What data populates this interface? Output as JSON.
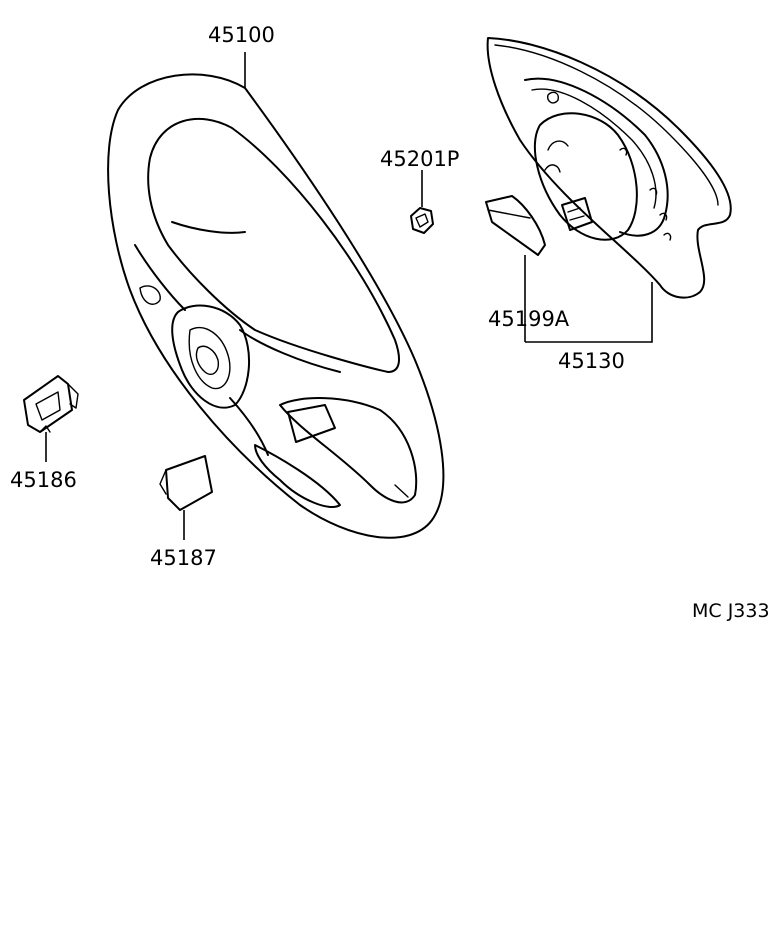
{
  "diagram": {
    "parts": {
      "steering_wheel": "45100",
      "nut": "45201P",
      "cover": "45199A",
      "pad_assembly": "45130",
      "clip": "45186",
      "side_cover": "45187"
    },
    "reference_code": "MC J333",
    "line_color": "#000000",
    "background_color": "#ffffff"
  }
}
